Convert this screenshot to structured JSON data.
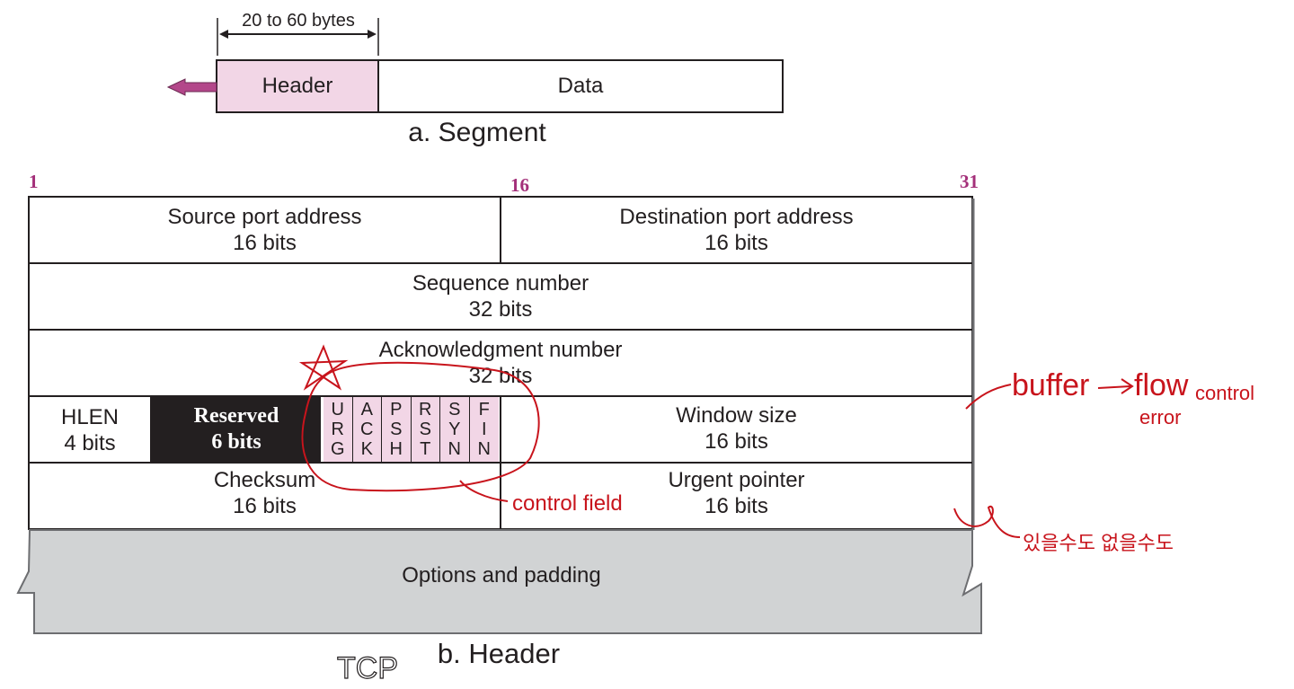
{
  "segment": {
    "dimension_label": "20 to 60 bytes",
    "header_label": "Header",
    "data_label": "Data",
    "caption": "a. Segment"
  },
  "bit_numbers": [
    "1",
    "16",
    "31"
  ],
  "header_fields": {
    "source_port": {
      "name": "Source port address",
      "size": "16 bits"
    },
    "destination_port": {
      "name": "Destination port address",
      "size": "16 bits"
    },
    "sequence_number": {
      "name": "Sequence number",
      "size": "32 bits"
    },
    "ack_number": {
      "name": "Acknowledgment number",
      "size": "32 bits"
    },
    "hlen": {
      "name": "HLEN",
      "size": "4 bits"
    },
    "reserved": {
      "name": "Reserved",
      "size": "6 bits"
    },
    "flags": [
      [
        "U",
        "R",
        "G"
      ],
      [
        "A",
        "C",
        "K"
      ],
      [
        "P",
        "S",
        "H"
      ],
      [
        "R",
        "S",
        "T"
      ],
      [
        "S",
        "Y",
        "N"
      ],
      [
        "F",
        "I",
        "N"
      ]
    ],
    "window_size": {
      "name": "Window size",
      "size": "16 bits"
    },
    "checksum": {
      "name": "Checksum",
      "size": "16 bits"
    },
    "urgent_pointer": {
      "name": "Urgent pointer",
      "size": "16 bits"
    },
    "options": "Options and padding"
  },
  "caption": "b. Header",
  "handwritten_notes": {
    "tcp": "TCP",
    "control_field": "control field",
    "buffer": "buffer",
    "flow": "flow",
    "control": "control",
    "error": "error",
    "korean_note": "있을수도 없을수도"
  },
  "colors": {
    "header_fill": "#f2d6e6",
    "reserved_fill": "#231f20",
    "options_fill": "#d1d3d4",
    "bit_number": "#a4307a",
    "arrow": "#b3478a",
    "annotation": "#c8141c"
  }
}
